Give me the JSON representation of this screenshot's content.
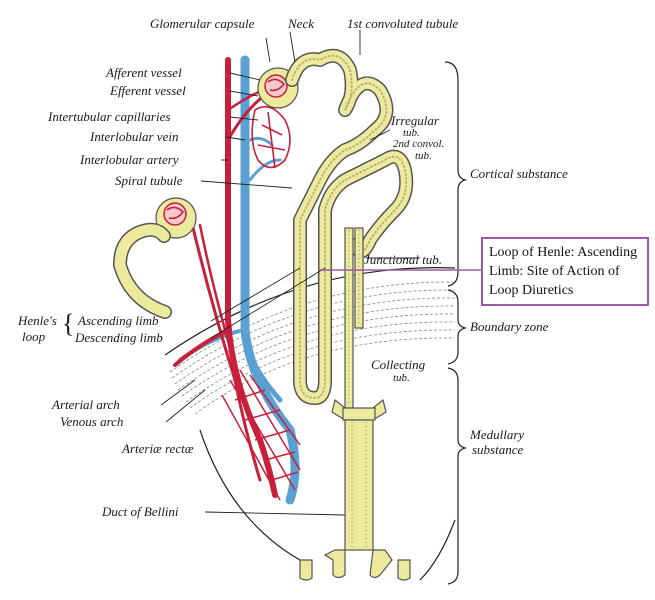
{
  "labels": {
    "glomerular_capsule": "Glomerular capsule",
    "neck": "Neck",
    "first_convoluted_tubule": "1st convoluted tubule",
    "afferent_vessel": "Afferent vessel",
    "efferent_vessel": "Efferent vessel",
    "intertubular_capillaries": "Intertubular capillaries",
    "interlobular_vein": "Interlobular vein",
    "interlobular_artery": "Interlobular artery",
    "spiral_tubule": "Spiral tubule",
    "irregular_tub_1": "Irregular",
    "irregular_tub_2": "tub.",
    "second_convol_1": "2nd convol.",
    "second_convol_2": "tub.",
    "cortical_substance": "Cortical substance",
    "junctional_tub": "Junctional tub.",
    "henles_loop_1": "Henle's",
    "henles_loop_2": "loop",
    "ascending_limb": "Ascending limb",
    "descending_limb": "Descending limb",
    "boundary_zone": "Boundary zone",
    "collecting_tub_1": "Collecting",
    "collecting_tub_2": "tub.",
    "arterial_arch": "Arterial arch",
    "venous_arch": "Venous arch",
    "arteriae_rectae": "Arteriæ rectæ",
    "medullary_1": "Medullary",
    "medullary_2": "substance",
    "duct_of_bellini": "Duct of Bellini"
  },
  "callout": {
    "text": "Loop of Henle: Ascending Limb: Site of Action of Loop Diuretics",
    "border_color": "#9c5aa8"
  },
  "colors": {
    "tubule": "#ecea9c",
    "artery": "#c8203a",
    "vein": "#5aa0d2"
  }
}
